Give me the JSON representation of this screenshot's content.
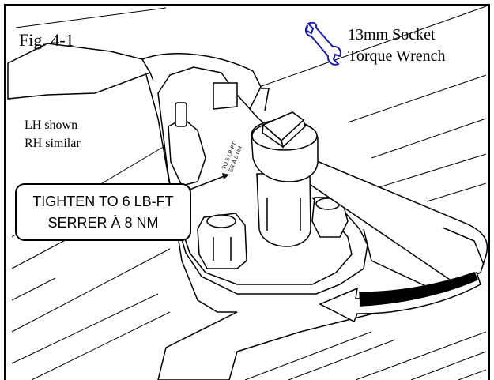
{
  "figure": {
    "label": "Fig. 4-1",
    "tool_line_1": "13mm Socket",
    "tool_line_2": "Torque Wrench",
    "note_line_1": "LH shown",
    "note_line_2": "RH similar",
    "callout_line_1": "TIGHTEN TO 6 LB-FT",
    "callout_line_2": "SERRER À 8 NM",
    "part_label_1": "TO 6 LB-FT",
    "part_label_2": "ER À 8 NM",
    "tool_icon": "wrench-icon",
    "icon_color": "#1a1aa6",
    "line_color": "#000000"
  }
}
